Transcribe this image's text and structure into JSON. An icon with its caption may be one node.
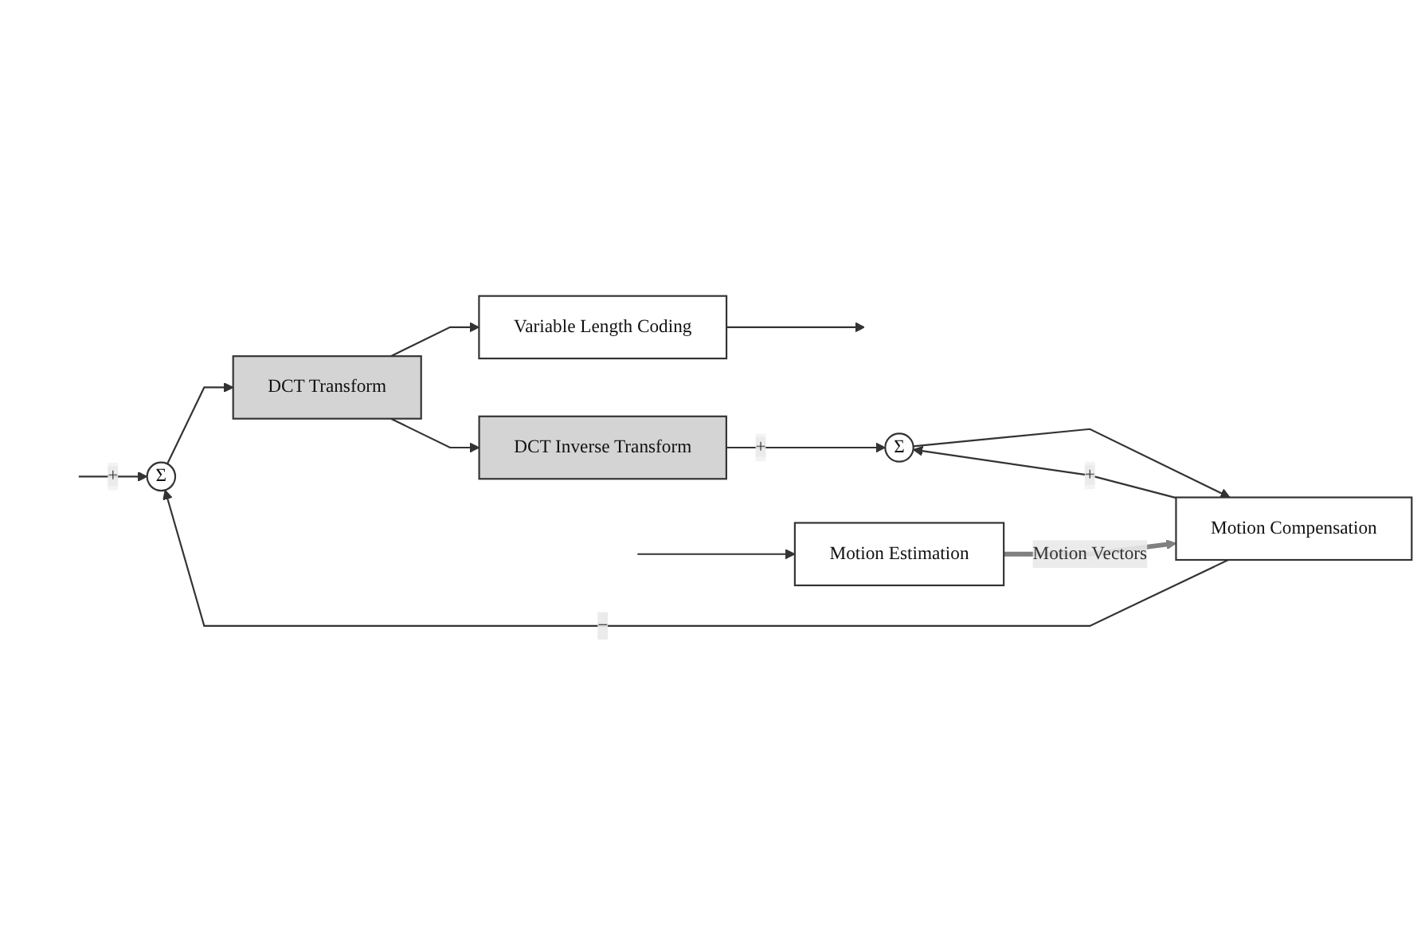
{
  "diagram": {
    "nodes": [
      {
        "text": [
          "Σ"
        ]
      },
      {
        "text": [
          "DCT Transform"
        ]
      },
      {
        "text": [
          "Variable Length Coding"
        ]
      },
      {
        "text": [
          "DCT Inverse Transform"
        ]
      },
      {
        "text": [
          "Motion Estimation"
        ]
      },
      {
        "text": [
          "Σ"
        ]
      },
      {
        "text": [
          "Motion Compensation"
        ]
      }
    ],
    "edges": [
      {
        "from": null,
        "to": 0,
        "arrow": "to",
        "label": "+"
      },
      {
        "from": null,
        "to": 4,
        "arrow": "to"
      },
      {
        "from": 0,
        "to": 1,
        "arrow": "to"
      },
      {
        "from": 1,
        "to": 2,
        "arrow": "to"
      },
      {
        "from": 1,
        "to": 3,
        "arrow": "to"
      },
      {
        "from": 2,
        "to": null,
        "arrow": "to"
      },
      {
        "from": 3,
        "to": 5,
        "arrow": "to",
        "label": "+"
      },
      {
        "from": 6,
        "to": 0,
        "arrow": "to",
        "label": "−"
      },
      {
        "from": 6,
        "to": 5,
        "arrow": "to",
        "label": "+"
      },
      {
        "from": 5,
        "to": 6,
        "arrow": "to"
      },
      {
        "from": 4,
        "to": 6,
        "arrow": "to",
        "label": "Motion Vectors",
        "style": "thick",
        "color": "#808080"
      }
    ]
  }
}
